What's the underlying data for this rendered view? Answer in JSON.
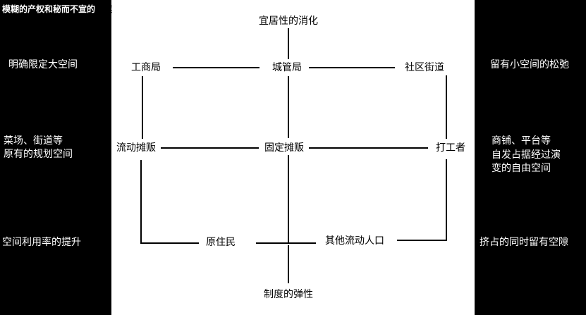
{
  "title_part1": "模糊的产权和秘而不宣的",
  "title_part2": "默契",
  "left_notes": [
    "明确限定大空间",
    "菜场、街道等",
    "原有的规划空间",
    "空间利用率的提升"
  ],
  "right_notes": [
    "留有小空间的松弛",
    "商铺、平台等",
    "自发占据经过演",
    "变的自由空间",
    "挤占的同时留有空隙"
  ],
  "nodes": {
    "top": "宜居性的消化",
    "gongshang": "工商局",
    "chengguan": "城管局",
    "shequ": "社区街道",
    "liudong": "流动摊贩",
    "guding": "固定摊贩",
    "dagong": "打工者",
    "yuanzhu": "原住民",
    "qita": "其他流动人口",
    "bottom": "制度的弹性"
  }
}
